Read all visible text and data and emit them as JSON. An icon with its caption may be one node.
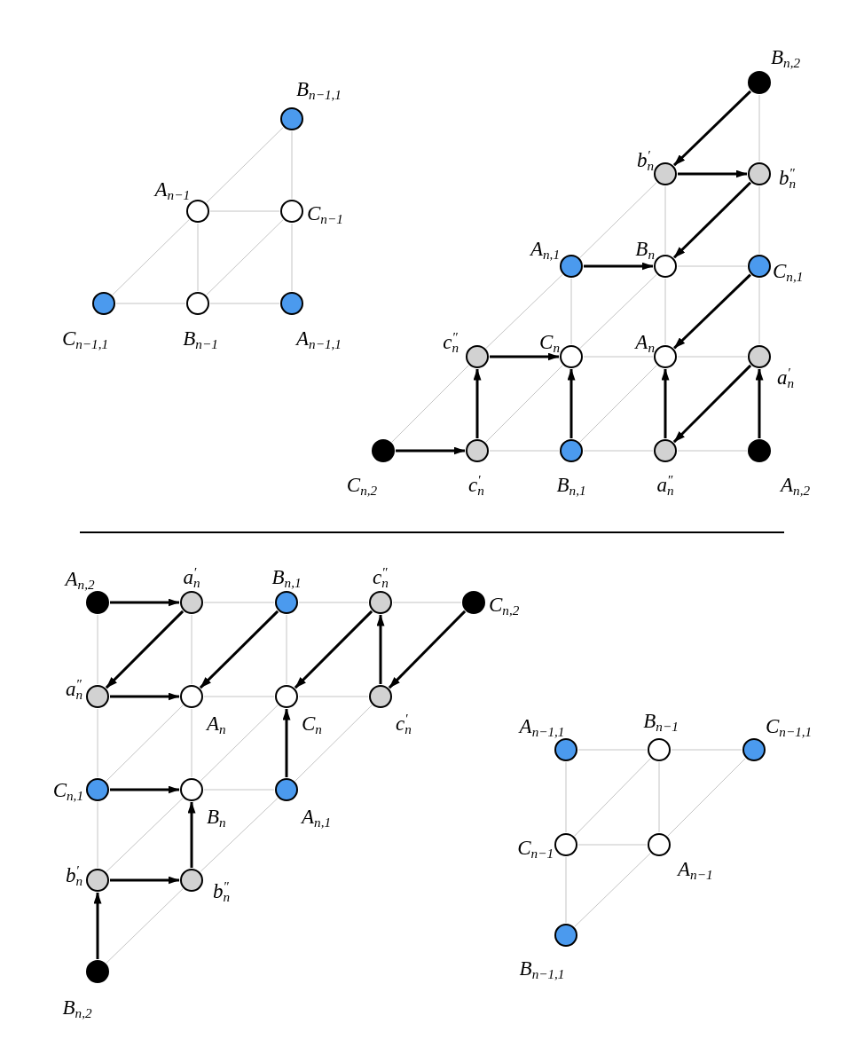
{
  "diagram": {
    "nodes": [
      {
        "text": [],
        "shape": "circle",
        "beside": [
          "B$_{n−1,1}$"
        ]
      },
      {
        "text": [],
        "shape": "circle",
        "beside": [
          "A$_{n−1}$"
        ]
      },
      {
        "text": [],
        "shape": "circle",
        "beside": [
          "C$_{n−1}$"
        ]
      },
      {
        "text": [],
        "shape": "circle",
        "beside": [
          "C$_{n−1,1}$"
        ]
      },
      {
        "text": [],
        "shape": "circle",
        "beside": [
          "B$_{n−1}$"
        ]
      },
      {
        "text": [],
        "shape": "circle",
        "beside": [
          "A$_{n−1,1}$"
        ]
      },
      {
        "text": [],
        "shape": "circle",
        "beside": [
          "B$_{n,2}$"
        ]
      },
      {
        "text": [],
        "shape": "circle",
        "beside": [
          "b$^{′}$$_{n}$"
        ]
      },
      {
        "text": [],
        "shape": "circle",
        "beside": [
          "b$^{″}$$_{n}$"
        ]
      },
      {
        "text": [],
        "shape": "circle",
        "beside": [
          "A$_{n,1}$"
        ]
      },
      {
        "text": [],
        "shape": "circle",
        "beside": [
          "B$_{n}$"
        ]
      },
      {
        "text": [],
        "shape": "circle",
        "beside": [
          "C$_{n,1}$"
        ]
      },
      {
        "text": [],
        "shape": "circle",
        "beside": [
          "c$^{″}$$_{n}$"
        ]
      },
      {
        "text": [],
        "shape": "circle",
        "beside": [
          "C$_{n}$"
        ]
      },
      {
        "text": [],
        "shape": "circle",
        "beside": [
          "A$_{n}$"
        ]
      },
      {
        "text": [],
        "shape": "circle",
        "beside": [
          "a$^{′}$$_{n}$"
        ]
      },
      {
        "text": [],
        "shape": "circle",
        "beside": [
          "C$_{n,2}$"
        ]
      },
      {
        "text": [],
        "shape": "circle",
        "beside": [
          "c$^{′}$$_{n}$"
        ]
      },
      {
        "text": [],
        "shape": "circle",
        "beside": [
          "B$_{n,1}$"
        ]
      },
      {
        "text": [],
        "shape": "circle",
        "beside": [
          "a$^{″}$$_{n}$"
        ]
      },
      {
        "text": [],
        "shape": "circle",
        "beside": [
          "A$_{n,2}$"
        ]
      },
      {
        "text": [],
        "shape": "circle",
        "beside": [
          "A$_{n,2}$"
        ]
      },
      {
        "text": [],
        "shape": "circle",
        "beside": [
          "a$^{′}$$_{n}$"
        ]
      },
      {
        "text": [],
        "shape": "circle",
        "beside": [
          "B$_{n,1}$"
        ]
      },
      {
        "text": [],
        "shape": "circle",
        "beside": [
          "c$^{″}$$_{n}$"
        ]
      },
      {
        "text": [],
        "shape": "circle",
        "beside": [
          "C$_{n,2}$"
        ]
      },
      {
        "text": [],
        "shape": "circle",
        "beside": [
          "a$^{″}$$_{n}$"
        ]
      },
      {
        "text": [],
        "shape": "circle",
        "beside": [
          "A$_{n}$"
        ]
      },
      {
        "text": [],
        "shape": "circle",
        "beside": [
          "C$_{n}$"
        ]
      },
      {
        "text": [],
        "shape": "circle",
        "beside": [
          "c$^{′}$$_{n}$"
        ]
      },
      {
        "text": [],
        "shape": "circle",
        "beside": [
          "C$_{n,1}$"
        ]
      },
      {
        "text": [],
        "shape": "circle",
        "beside": [
          "B$_{n}$"
        ]
      },
      {
        "text": [],
        "shape": "circle",
        "beside": [
          "A$_{n,1}$"
        ]
      },
      {
        "text": [],
        "shape": "circle",
        "beside": [
          "b$^{′}$$_{n}$"
        ]
      },
      {
        "text": [],
        "shape": "circle",
        "beside": [
          "b$^{″}$$_{n}$"
        ]
      },
      {
        "text": [],
        "shape": "circle",
        "beside": [
          "B$_{n,2}$"
        ]
      },
      {
        "text": [],
        "shape": "circle",
        "beside": [
          "A$_{n−1,1}$"
        ]
      },
      {
        "text": [],
        "shape": "circle",
        "beside": [
          "B$_{n−1}$"
        ]
      },
      {
        "text": [],
        "shape": "circle",
        "beside": [
          "C$_{n−1,1}$"
        ]
      },
      {
        "text": [],
        "shape": "circle",
        "beside": [
          "C$_{n−1}$"
        ]
      },
      {
        "text": [],
        "shape": "circle",
        "beside": [
          "A$_{n−1}$"
        ]
      },
      {
        "text": [],
        "shape": "circle",
        "beside": [
          "B$_{n−1,1}$"
        ]
      }
    ],
    "edges": [
      {
        "from": 0,
        "to": 1,
        "arrow": "none"
      },
      {
        "from": 0,
        "to": 2,
        "arrow": "none"
      },
      {
        "from": 1,
        "to": 2,
        "arrow": "none"
      },
      {
        "from": 1,
        "to": 3,
        "arrow": "none"
      },
      {
        "from": 1,
        "to": 4,
        "arrow": "none"
      },
      {
        "from": 2,
        "to": 4,
        "arrow": "none"
      },
      {
        "from": 2,
        "to": 5,
        "arrow": "none"
      },
      {
        "from": 3,
        "to": 4,
        "arrow": "none"
      },
      {
        "from": 4,
        "to": 5,
        "arrow": "none"
      },
      {
        "from": 6,
        "to": 8,
        "arrow": "none"
      },
      {
        "from": 7,
        "to": 9,
        "arrow": "none"
      },
      {
        "from": 7,
        "to": 10,
        "arrow": "none"
      },
      {
        "from": 8,
        "to": 11,
        "arrow": "none"
      },
      {
        "from": 10,
        "to": 11,
        "arrow": "none"
      },
      {
        "from": 9,
        "to": 12,
        "arrow": "none"
      },
      {
        "from": 9,
        "to": 13,
        "arrow": "none"
      },
      {
        "from": 10,
        "to": 13,
        "arrow": "none"
      },
      {
        "from": 10,
        "to": 14,
        "arrow": "none"
      },
      {
        "from": 11,
        "to": 15,
        "arrow": "none"
      },
      {
        "from": 13,
        "to": 14,
        "arrow": "none"
      },
      {
        "from": 14,
        "to": 15,
        "arrow": "none"
      },
      {
        "from": 12,
        "to": 16,
        "arrow": "none"
      },
      {
        "from": 13,
        "to": 17,
        "arrow": "none"
      },
      {
        "from": 14,
        "to": 18,
        "arrow": "none"
      },
      {
        "from": 17,
        "to": 18,
        "arrow": "none"
      },
      {
        "from": 18,
        "to": 19,
        "arrow": "none"
      },
      {
        "from": 19,
        "to": 20,
        "arrow": "none"
      },
      {
        "from": 6,
        "to": 7,
        "arrow": "to",
        "style": "thick",
        "color": "#000000"
      },
      {
        "from": 7,
        "to": 8,
        "arrow": "to",
        "style": "thick",
        "color": "#000000"
      },
      {
        "from": 8,
        "to": 10,
        "arrow": "to",
        "style": "thick",
        "color": "#000000"
      },
      {
        "from": 9,
        "to": 10,
        "arrow": "to",
        "style": "thick",
        "color": "#000000"
      },
      {
        "from": 11,
        "to": 14,
        "arrow": "to",
        "style": "thick",
        "color": "#000000"
      },
      {
        "from": 12,
        "to": 13,
        "arrow": "to",
        "style": "thick",
        "color": "#000000"
      },
      {
        "from": 17,
        "to": 12,
        "arrow": "to",
        "style": "thick",
        "color": "#000000"
      },
      {
        "from": 18,
        "to": 13,
        "arrow": "to",
        "style": "thick",
        "color": "#000000"
      },
      {
        "from": 19,
        "to": 14,
        "arrow": "to",
        "style": "thick",
        "color": "#000000"
      },
      {
        "from": 15,
        "to": 19,
        "arrow": "to",
        "style": "thick",
        "color": "#000000"
      },
      {
        "from": 20,
        "to": 15,
        "arrow": "to",
        "style": "thick",
        "color": "#000000"
      },
      {
        "from": 16,
        "to": 17,
        "arrow": "to",
        "style": "thick",
        "color": "#000000"
      },
      {
        "from": 22,
        "to": 23,
        "arrow": "none"
      },
      {
        "from": 23,
        "to": 24,
        "arrow": "none"
      },
      {
        "from": 24,
        "to": 25,
        "arrow": "none"
      },
      {
        "from": 21,
        "to": 26,
        "arrow": "none"
      },
      {
        "from": 22,
        "to": 27,
        "arrow": "none"
      },
      {
        "from": 23,
        "to": 28,
        "arrow": "none"
      },
      {
        "from": 27,
        "to": 28,
        "arrow": "none"
      },
      {
        "from": 28,
        "to": 29,
        "arrow": "none"
      },
      {
        "from": 26,
        "to": 30,
        "arrow": "none"
      },
      {
        "from": 27,
        "to": 30,
        "arrow": "none"
      },
      {
        "from": 27,
        "to": 31,
        "arrow": "none"
      },
      {
        "from": 28,
        "to": 31,
        "arrow": "none"
      },
      {
        "from": 29,
        "to": 32,
        "arrow": "none"
      },
      {
        "from": 31,
        "to": 32,
        "arrow": "none"
      },
      {
        "from": 30,
        "to": 33,
        "arrow": "none"
      },
      {
        "from": 31,
        "to": 33,
        "arrow": "none"
      },
      {
        "from": 32,
        "to": 34,
        "arrow": "none"
      },
      {
        "from": 34,
        "to": 35,
        "arrow": "none"
      },
      {
        "from": 21,
        "to": 22,
        "arrow": "to",
        "style": "thick",
        "color": "#000000"
      },
      {
        "from": 22,
        "to": 26,
        "arrow": "to",
        "style": "thick",
        "color": "#000000"
      },
      {
        "from": 23,
        "to": 27,
        "arrow": "to",
        "style": "thick",
        "color": "#000000"
      },
      {
        "from": 24,
        "to": 28,
        "arrow": "to",
        "style": "thick",
        "color": "#000000"
      },
      {
        "from": 29,
        "to": 24,
        "arrow": "to",
        "style": "thick",
        "color": "#000000"
      },
      {
        "from": 25,
        "to": 29,
        "arrow": "to",
        "style": "thick",
        "color": "#000000"
      },
      {
        "from": 26,
        "to": 27,
        "arrow": "to",
        "style": "thick",
        "color": "#000000"
      },
      {
        "from": 32,
        "to": 28,
        "arrow": "to",
        "style": "thick",
        "color": "#000000"
      },
      {
        "from": 30,
        "to": 31,
        "arrow": "to",
        "style": "thick",
        "color": "#000000"
      },
      {
        "from": 34,
        "to": 31,
        "arrow": "to",
        "style": "thick",
        "color": "#000000"
      },
      {
        "from": 33,
        "to": 34,
        "arrow": "to",
        "style": "thick",
        "color": "#000000"
      },
      {
        "from": 35,
        "to": 33,
        "arrow": "to",
        "style": "thick",
        "color": "#000000"
      },
      {
        "from": 36,
        "to": 37,
        "arrow": "none"
      },
      {
        "from": 37,
        "to": 38,
        "arrow": "none"
      },
      {
        "from": 36,
        "to": 39,
        "arrow": "none"
      },
      {
        "from": 37,
        "to": 39,
        "arrow": "none"
      },
      {
        "from": 37,
        "to": 40,
        "arrow": "none"
      },
      {
        "from": 38,
        "to": 40,
        "arrow": "none"
      },
      {
        "from": 39,
        "to": 40,
        "arrow": "none"
      },
      {
        "from": 39,
        "to": 41,
        "arrow": "none"
      },
      {
        "from": 40,
        "to": 41,
        "arrow": "none"
      }
    ]
  }
}
